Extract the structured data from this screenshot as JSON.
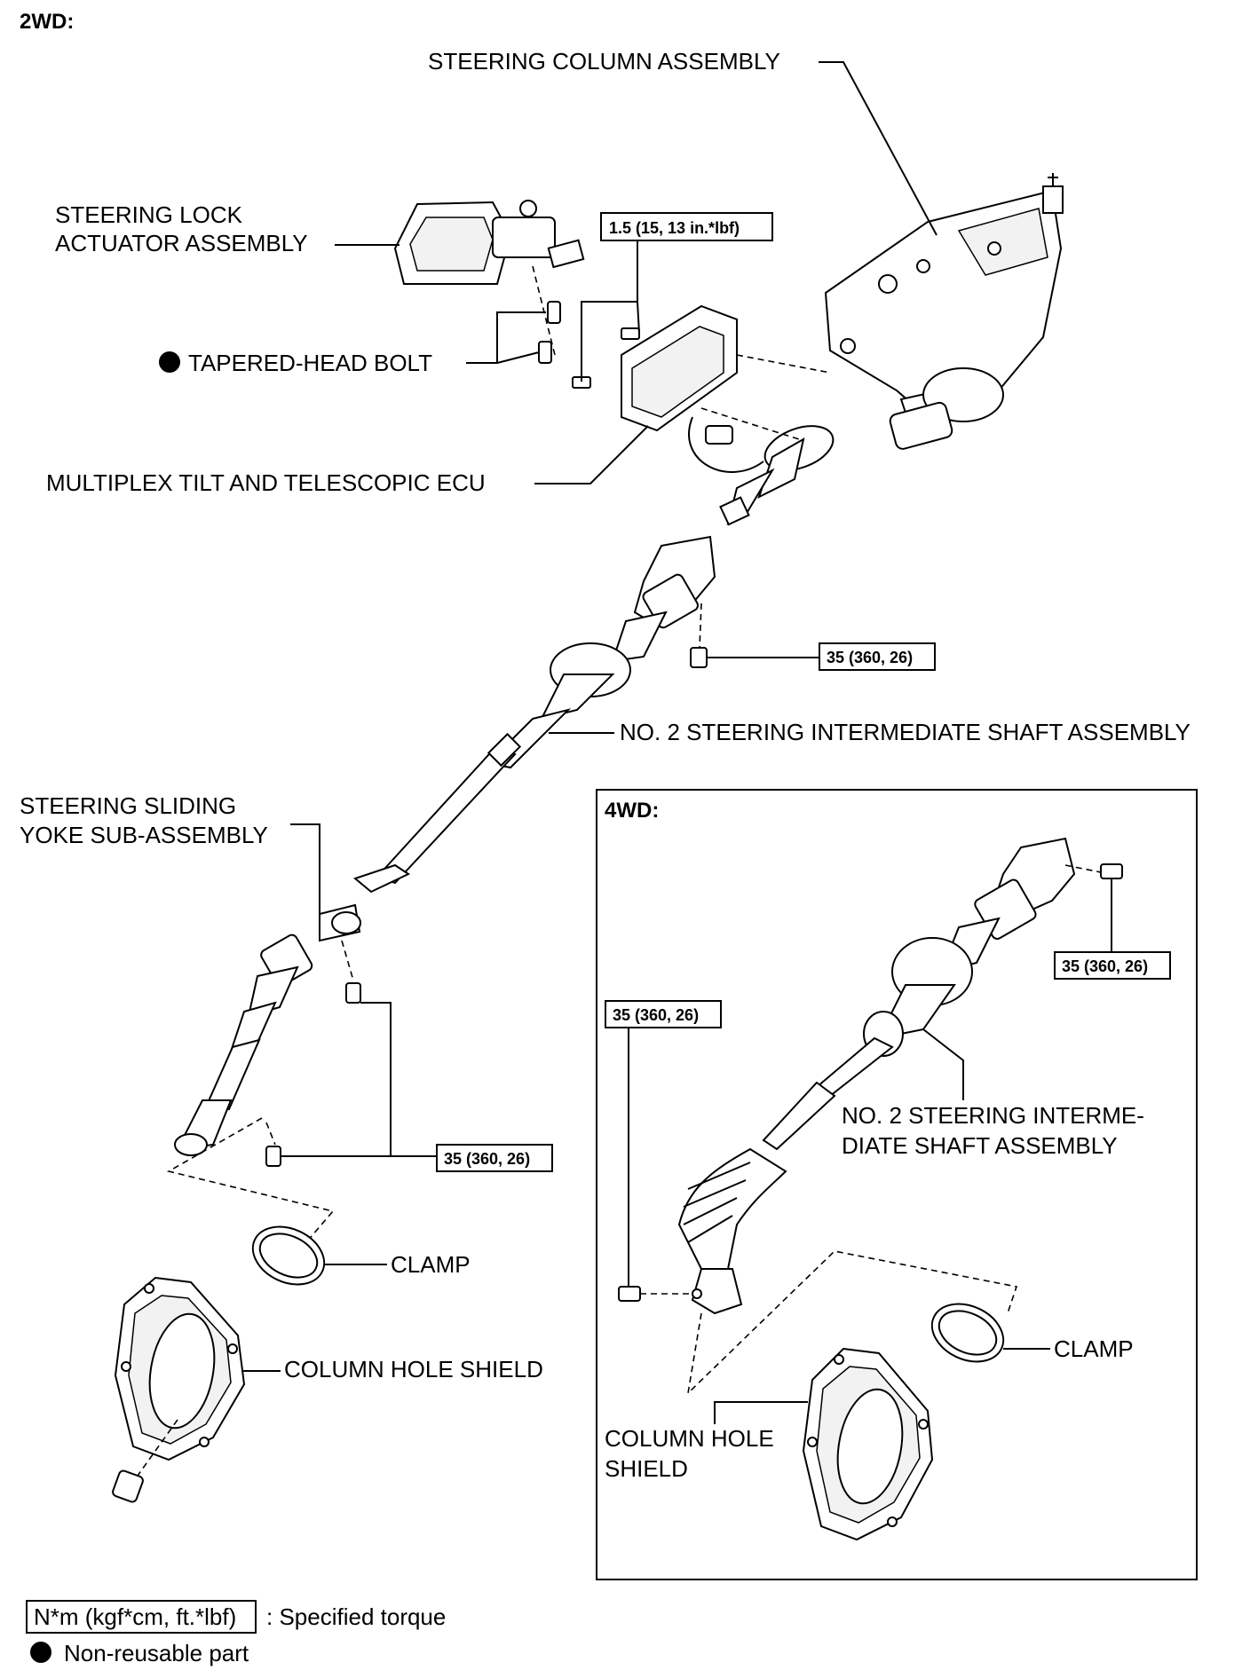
{
  "sections": {
    "two_wd": "2WD:",
    "four_wd": "4WD:"
  },
  "labels": {
    "steering_column_assembly": "STEERING COLUMN ASSEMBLY",
    "steering_lock_line1": "STEERING LOCK",
    "steering_lock_line2": "ACTUATOR ASSEMBLY",
    "tapered_head_bolt": "TAPERED-HEAD BOLT",
    "multiplex_ecu": "MULTIPLEX TILT AND TELESCOPIC ECU",
    "no2_shaft_2wd": "NO. 2 STEERING INTERMEDIATE SHAFT ASSEMBLY",
    "sliding_yoke_line1": "STEERING SLIDING",
    "sliding_yoke_line2": "YOKE SUB-ASSEMBLY",
    "clamp_2wd": "CLAMP",
    "column_hole_shield_2wd": "COLUMN HOLE SHIELD",
    "no2_shaft_4wd_line1": "NO. 2 STEERING INTERME-",
    "no2_shaft_4wd_line2": "DIATE SHAFT ASSEMBLY",
    "clamp_4wd": "CLAMP",
    "column_hole_shield_4wd_line1": "COLUMN HOLE",
    "column_hole_shield_4wd_line2": "SHIELD"
  },
  "torques": {
    "ecu_bolt": "1.5 (15, 13 in.*lbf)",
    "shaft_2wd_upper": "35 (360, 26)",
    "yoke_2wd_lower": "35 (360, 26)",
    "shaft_4wd_upper": "35 (360, 26)",
    "shaft_4wd_lower": "35 (360, 26)"
  },
  "legend": {
    "torque_box": "N*m (kgf*cm, ft.*lbf)",
    "torque_desc": ": Specified torque",
    "non_reusable": "Non-reusable part"
  }
}
